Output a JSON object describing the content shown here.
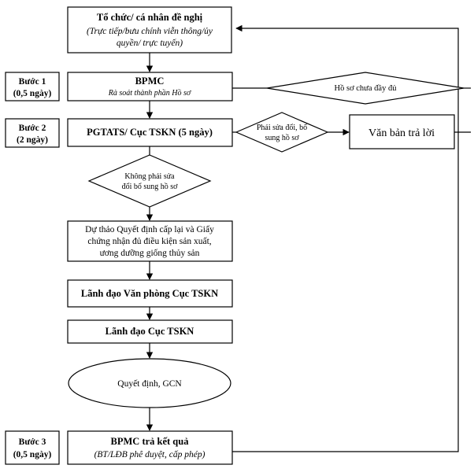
{
  "nodes": {
    "requester": {
      "title": "Tổ chức/ cá nhân đề nghị",
      "subtitle_1": "(Trực tiếp/bưu chính viễn thông/ủy",
      "subtitle_2": "quyền/ trực tuyến)"
    },
    "bpmc": {
      "title": "BPMC",
      "subtitle": "Rà soát thành phần Hồ sơ"
    },
    "incomplete": {
      "label": "Hồ sơ chưa đầy đủ"
    },
    "pgtats": {
      "title": "PGTATS/ Cục TSKN (5 ngày)"
    },
    "must_fix": {
      "line_1": "Phải sửa đổi, bổ",
      "line_2": "sung hồ sơ"
    },
    "reply": {
      "label": "Văn bản trả lời"
    },
    "no_fix": {
      "line_1": "Không phải sửa",
      "line_2": "đổi bổ sung hồ sơ"
    },
    "draft": {
      "line_1": "Dự thảo Quyết định cấp lại và Giấy",
      "line_2": "chứng nhận đủ điều kiện sản xuất,",
      "line_3": "ương dưỡng giống thủy sản"
    },
    "office_lead": {
      "label": "Lãnh đạo Văn phòng Cục TSKN"
    },
    "dept_lead": {
      "label": "Lãnh đạo Cục TSKN"
    },
    "decision": {
      "label": "Quyết định, GCN"
    },
    "result": {
      "title": "BPMC trả kết quả",
      "subtitle": "(BT/LĐB phê duyệt, cấp phép)"
    }
  },
  "steps": [
    {
      "label": "Bước 1",
      "duration": "(0,5 ngày)"
    },
    {
      "label": "Bước 2",
      "duration": "(2 ngày)"
    },
    {
      "label": "Bước 3",
      "duration": "(0,5 ngày)"
    }
  ]
}
